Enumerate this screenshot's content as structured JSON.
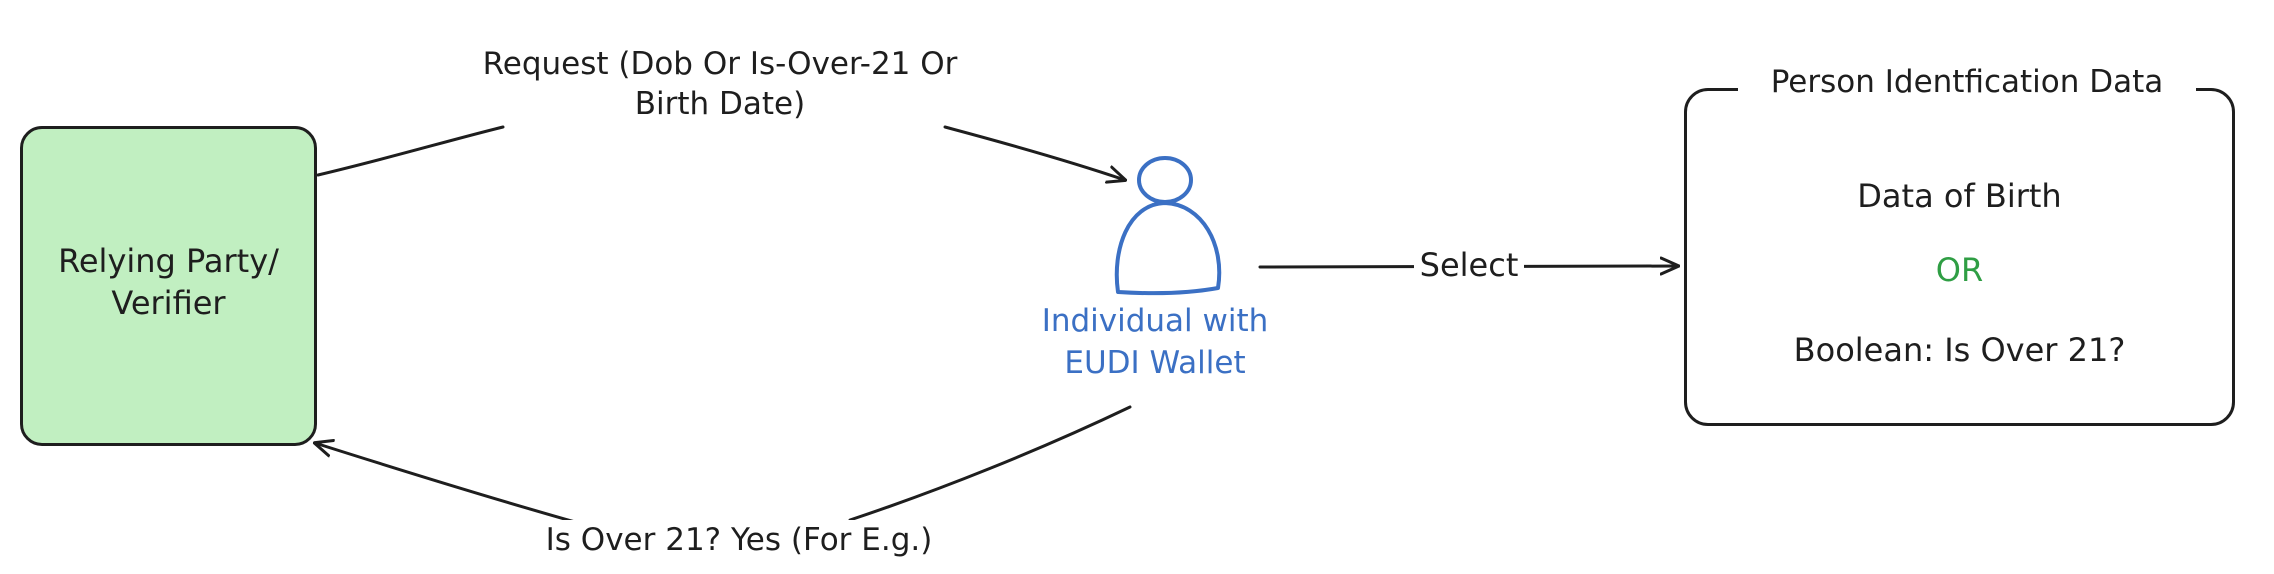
{
  "nodes": {
    "relying_party": {
      "line1": "Relying Party/",
      "line2": "Verifier"
    },
    "wallet_holder": {
      "line1": "Individual with",
      "line2": "EUDI Wallet"
    },
    "pid": {
      "title": "Person Identfication Data",
      "option1": "Data of Birth",
      "separator": "OR",
      "option2": "Boolean: Is Over 21?"
    }
  },
  "edges": {
    "request": {
      "line1": "Request (Dob Or Is-Over-21 Or",
      "line2": "Birth Date)"
    },
    "response": {
      "label": "Is Over 21? Yes (For E.g.)"
    },
    "select": {
      "label": "Select"
    }
  },
  "colors": {
    "relying_party_fill": "#c1efc1",
    "wallet_holder": "#3b70c4",
    "separator": "#2f9e44",
    "stroke": "#1e1e1e"
  },
  "icons": {
    "wallet_holder": "person-icon"
  }
}
